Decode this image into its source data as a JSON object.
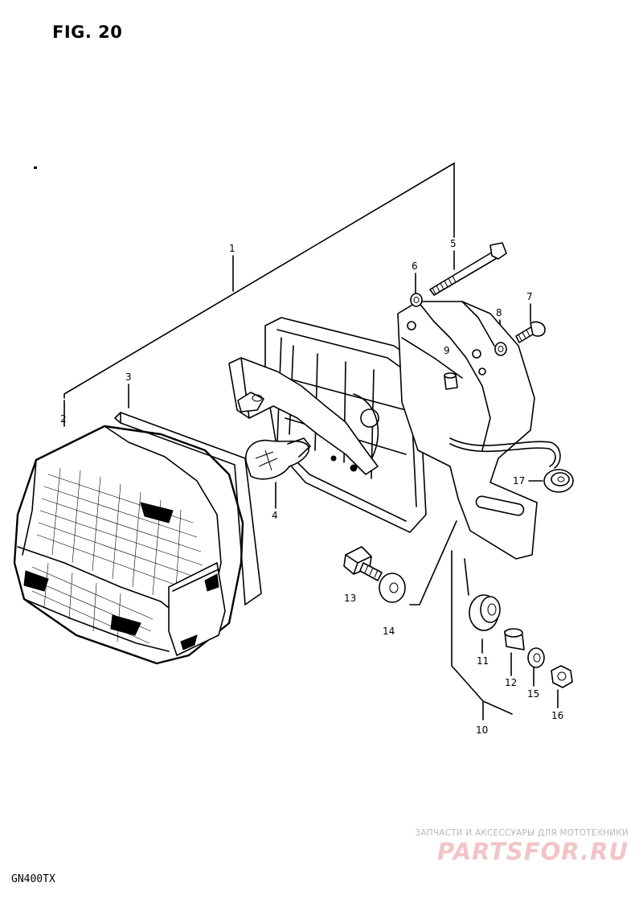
{
  "figure": {
    "title": "FIG. 20",
    "model": "GN400TX"
  },
  "watermark": {
    "tagline": "ЗАПЧАСТИ И АКСЕССУАРЫ ДЛЯ МОТОТЕХНИКИ",
    "brand": "PARTSFOR.RU",
    "color": "#f3c4c6"
  },
  "callouts": [
    "1",
    "2",
    "3",
    "4",
    "5",
    "6",
    "7",
    "8",
    "9",
    "10",
    "11",
    "12",
    "13",
    "14",
    "15",
    "16",
    "17"
  ]
}
